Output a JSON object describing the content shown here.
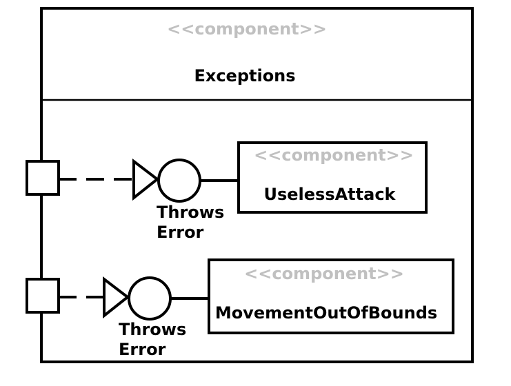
{
  "diagram": {
    "outer": {
      "stereotype": "<<component>>",
      "name": "Exceptions"
    },
    "inner_components": [
      {
        "stereotype": "<<component>>",
        "name": "UselessAttack"
      },
      {
        "stereotype": "<<component>>",
        "name": "MovementOutOfBounds"
      }
    ],
    "interfaces": [
      {
        "label_line1": "Throws",
        "label_line2": "Error"
      },
      {
        "label_line1": "Throws",
        "label_line2": "Error"
      }
    ],
    "colors": {
      "stereotype_text": "#c0c0c0",
      "line": "#000000",
      "background": "#ffffff"
    }
  }
}
